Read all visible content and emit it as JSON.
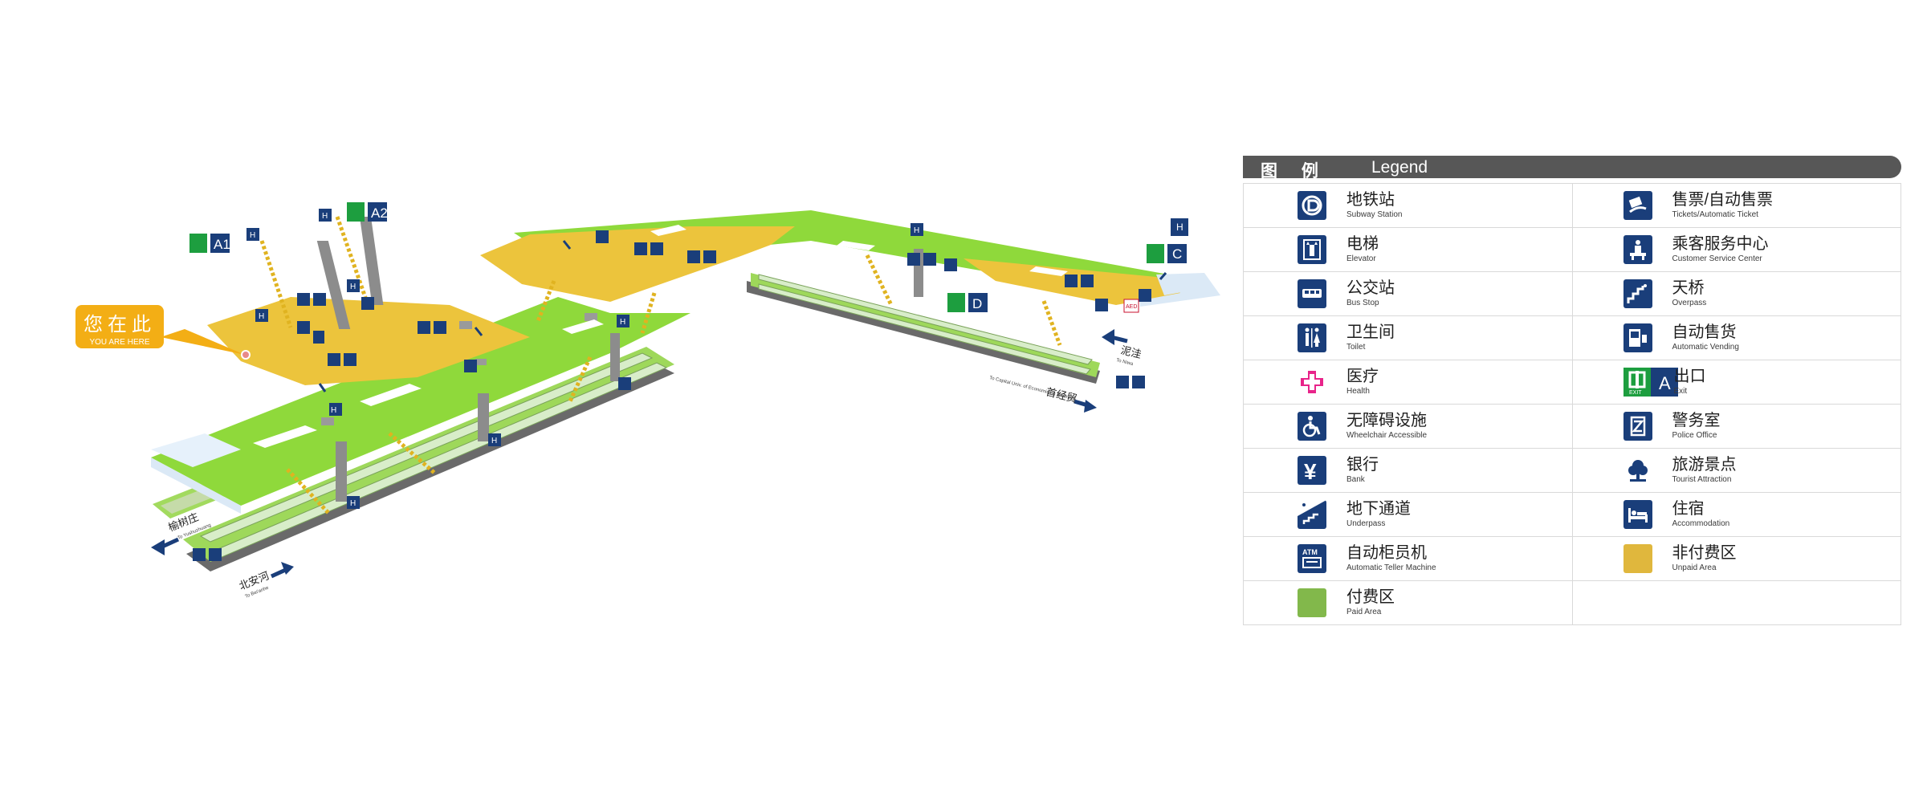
{
  "map": {
    "you_are_here": {
      "zh": "您在此",
      "en": "YOU ARE HERE"
    },
    "exits": [
      "A1",
      "A2",
      "C",
      "D"
    ],
    "directions": [
      {
        "zh": "榆树庄",
        "en": "To Yushuzhuang"
      },
      {
        "zh": "北安河",
        "en": "To Bei'anhe"
      },
      {
        "zh": "泥洼",
        "en": "To Niwa"
      },
      {
        "zh": "首经贸",
        "en": "To Capital Univ. of Economics & Business"
      }
    ],
    "colors": {
      "paid": "#8fd93b",
      "unpaid": "#ecc43c",
      "accent": "#1a3e7a",
      "exit": "#1d9e3f",
      "here": "#f3ae15"
    }
  },
  "legend": {
    "title_zh": "图  例",
    "title_en": "Legend",
    "items": [
      {
        "icon": "subway-station-icon",
        "zh": "地铁站",
        "en": "Subway Station"
      },
      {
        "icon": "ticket-icon",
        "zh": "售票/自动售票",
        "en": "Tickets/Automatic Ticket"
      },
      {
        "icon": "elevator-icon",
        "zh": "电梯",
        "en": "Elevator"
      },
      {
        "icon": "customer-service-icon",
        "zh": "乘客服务中心",
        "en": "Customer Service Center"
      },
      {
        "icon": "bus-stop-icon",
        "zh": "公交站",
        "en": "Bus Stop"
      },
      {
        "icon": "overpass-icon",
        "zh": "天桥",
        "en": "Overpass"
      },
      {
        "icon": "toilet-icon",
        "zh": "卫生间",
        "en": "Toilet"
      },
      {
        "icon": "vending-icon",
        "zh": "自动售货",
        "en": "Automatic Vending"
      },
      {
        "icon": "health-icon",
        "zh": "医疗",
        "en": "Health"
      },
      {
        "icon": "exit-icon",
        "zh": "出口",
        "en": "Exit"
      },
      {
        "icon": "wheelchair-icon",
        "zh": "无障碍设施",
        "en": "Wheelchair Accessible"
      },
      {
        "icon": "police-icon",
        "zh": "警务室",
        "en": "Police Office"
      },
      {
        "icon": "bank-icon",
        "zh": "银行",
        "en": "Bank"
      },
      {
        "icon": "tourist-icon",
        "zh": "旅游景点",
        "en": "Tourist Attraction"
      },
      {
        "icon": "underpass-icon",
        "zh": "地下通道",
        "en": "Underpass"
      },
      {
        "icon": "accommodation-icon",
        "zh": "住宿",
        "en": "Accommodation"
      },
      {
        "icon": "atm-icon",
        "zh": "自动柜员机",
        "en": "Automatic Teller Machine"
      },
      {
        "icon": "unpaid-area-icon",
        "zh": "非付费区",
        "en": "Unpaid Area"
      },
      {
        "icon": "paid-area-icon",
        "zh": "付费区",
        "en": "Paid Area"
      }
    ]
  },
  "labels": {
    "exit_word": "EXIT",
    "atm": "ATM",
    "aed": "AED",
    "yen": "¥"
  }
}
